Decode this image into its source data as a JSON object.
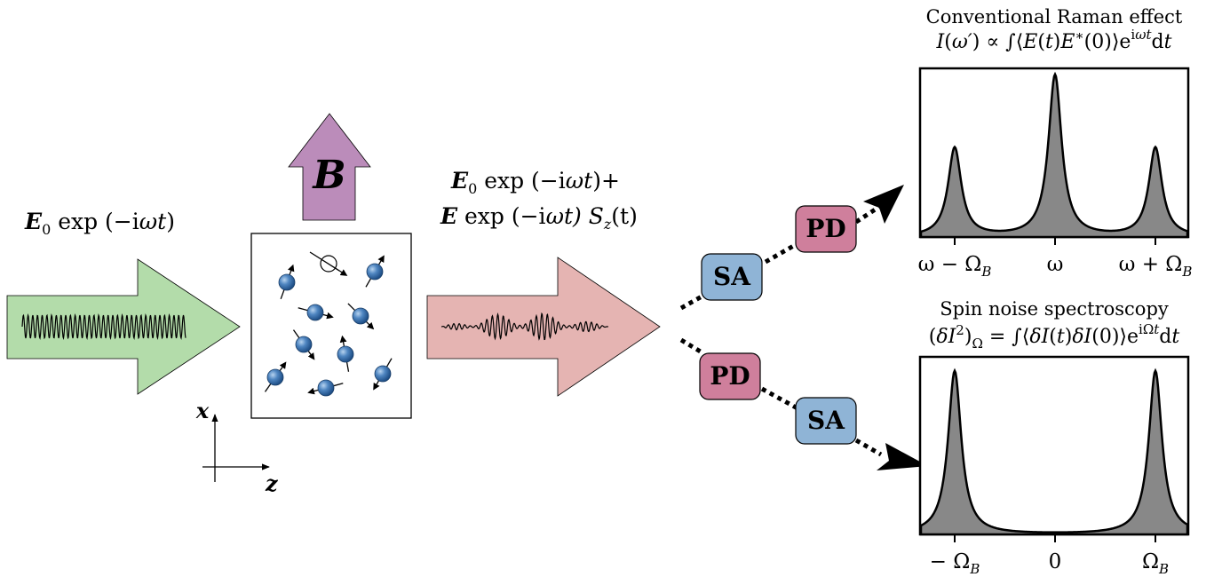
{
  "input_beam": {
    "label_E": "E",
    "label_sub": "0",
    "label_rest": " exp (−i",
    "label_omega": "ω",
    "label_t": "t",
    "label_close": ")",
    "color": "#b3dcaa"
  },
  "magnetic_field": {
    "label": "B",
    "color": "#bb8cba"
  },
  "axes": {
    "x_label": "x",
    "z_label": "z"
  },
  "output_beam": {
    "line1_E": "E",
    "line1_sub": "0",
    "line1_rest": " exp (−i",
    "line1_omega": "ω",
    "line1_t": "t",
    "line1_close": ")+",
    "line2_E": "E",
    "line2_rest": " exp (−i",
    "line2_omega": "ω",
    "line2_t": "t",
    "line2_S": ") S",
    "line2_sub": "z",
    "line2_end": "(t)",
    "color": "#e5b4b2"
  },
  "upper_path": {
    "box1": "SA",
    "box2": "PD"
  },
  "lower_path": {
    "box1": "PD",
    "box2": "SA"
  },
  "box_colors": {
    "SA": "#8fb4d6",
    "PD": "#cf7f9c"
  },
  "raman_panel": {
    "title": "Conventional Raman effect",
    "formula": "I(ω′) ∝ ∫⟨E(t)E*(0)⟩e^{iωt}dt",
    "tick_labels": [
      "ω − Ω_B",
      "ω",
      "ω + Ω_B"
    ]
  },
  "spin_panel": {
    "title": "Spin noise spectroscopy",
    "formula": "(δI²)_Ω = ∫⟨δI(t)δI(0)⟩e^{iΩt}dt",
    "tick_labels": [
      "− Ω_B",
      "0",
      "Ω_B"
    ]
  },
  "chart_data": [
    {
      "type": "area",
      "title": "Conventional Raman effect",
      "categories": [
        "ω − Ω_B",
        "ω",
        "ω + Ω_B"
      ],
      "series": [
        {
          "values": [
            0.55,
            1.0,
            0.55
          ]
        }
      ]
    },
    {
      "type": "area",
      "title": "Spin noise spectroscopy",
      "categories": [
        "− Ω_B",
        "0",
        "Ω_B"
      ],
      "series": [
        {
          "values": [
            1.0,
            0.0,
            1.0
          ]
        }
      ]
    }
  ]
}
